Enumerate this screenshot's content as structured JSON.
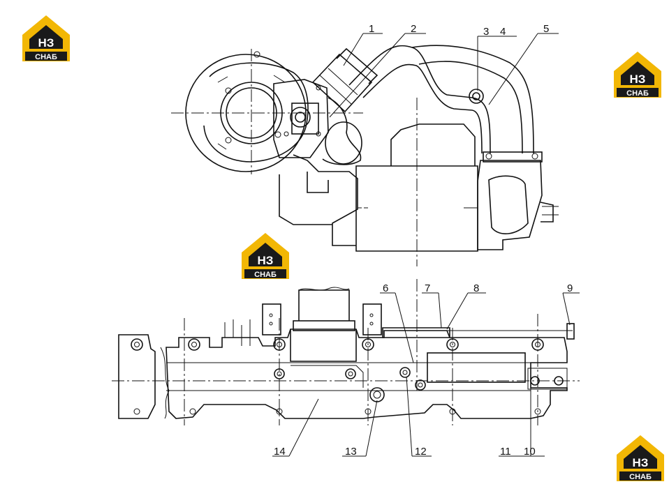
{
  "logos": [
    {
      "main": "НЗ",
      "sub": "СНАБ"
    },
    {
      "main": "НЗ",
      "sub": "СНАБ"
    },
    {
      "main": "НЗ",
      "sub": "СНАБ"
    },
    {
      "main": "НЗ",
      "sub": "СНАБ"
    }
  ],
  "callouts": {
    "c1": "1",
    "c2": "2",
    "c3": "3",
    "c4": "4",
    "c5": "5",
    "c6": "6",
    "c7": "7",
    "c8": "8",
    "c9": "9",
    "c10": "10",
    "c11": "11",
    "c12": "12",
    "c13": "13",
    "c14": "14"
  },
  "colors": {
    "logo_yellow": "#f2b705",
    "logo_black": "#1a1a1a",
    "line": "#111111"
  }
}
